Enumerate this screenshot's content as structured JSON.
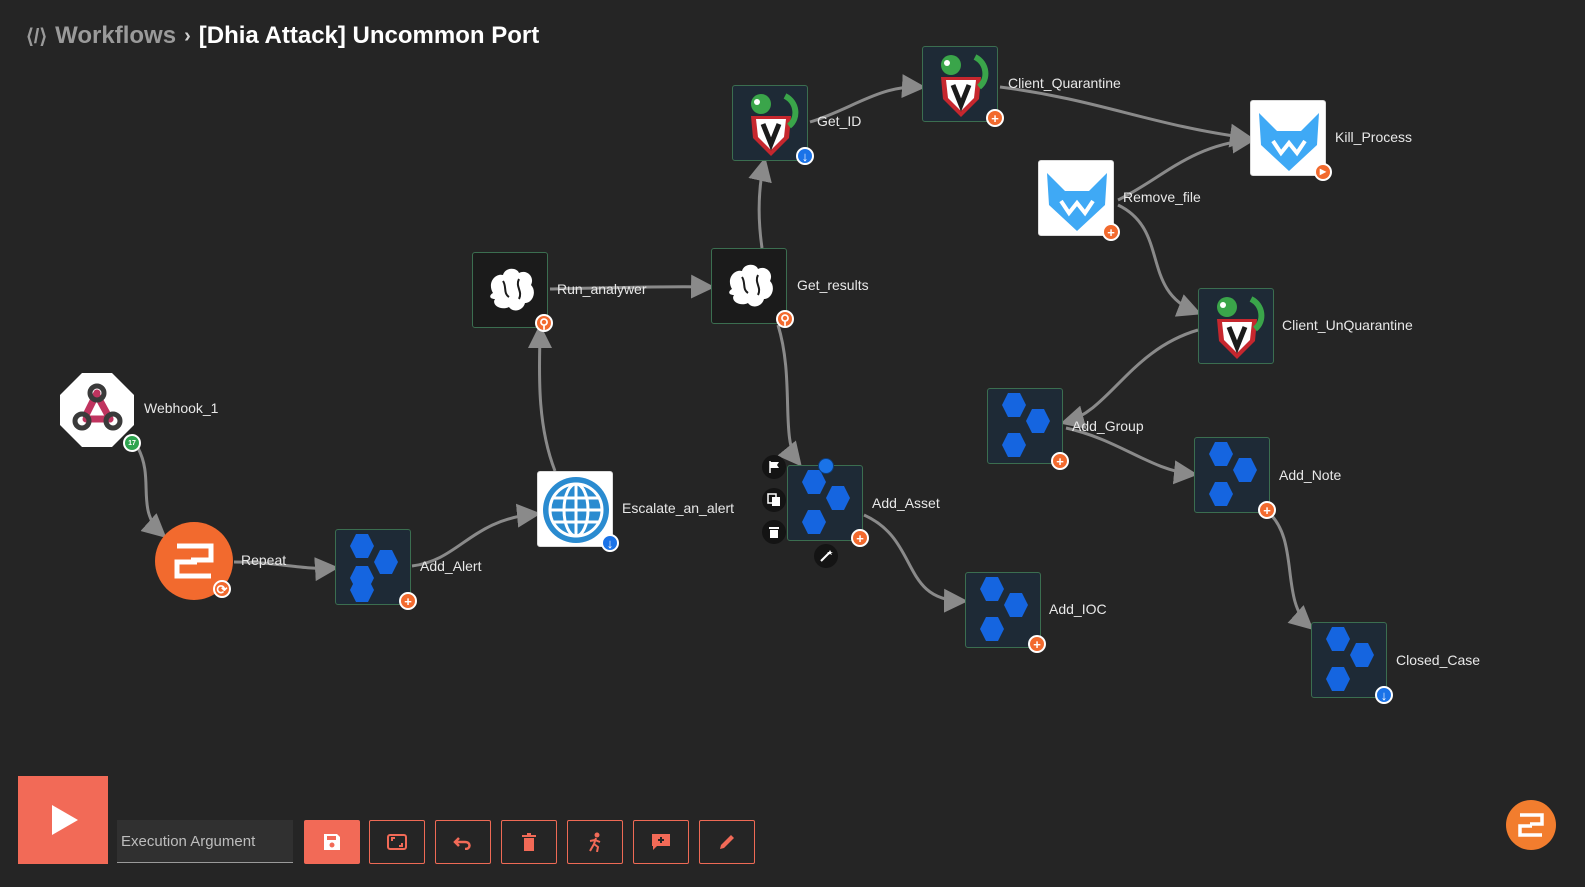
{
  "header": {
    "crumb": "Workflows",
    "separator": "›",
    "title": "[Dhia Attack] Uncommon Port"
  },
  "nodes": {
    "webhook": {
      "label": "Webhook_1",
      "badge": "17"
    },
    "repeat": {
      "label": "Repeat"
    },
    "add_alert": {
      "label": "Add_Alert"
    },
    "escalate": {
      "label": "Escalate_an_alert"
    },
    "run_analyzer": {
      "label": "Run_analywer"
    },
    "get_results": {
      "label": "Get_results"
    },
    "get_id": {
      "label": "Get_ID"
    },
    "client_quarantine": {
      "label": "Client_Quarantine"
    },
    "kill_process": {
      "label": "Kill_Process"
    },
    "remove_file": {
      "label": "Remove_file"
    },
    "client_unquarantine": {
      "label": "Client_UnQuarantine"
    },
    "add_group": {
      "label": "Add_Group"
    },
    "add_note": {
      "label": "Add_Note"
    },
    "closed_case": {
      "label": "Closed_Case"
    },
    "add_asset": {
      "label": "Add_Asset"
    },
    "add_ioc": {
      "label": "Add_IOC"
    }
  },
  "badge_glyphs": {
    "plus": "+",
    "download": "↓",
    "search": "⚲",
    "play": "▶",
    "refresh": "⟳"
  },
  "toolbar": {
    "execution_argument_placeholder": "Execution Argument",
    "buttons": [
      "run",
      "save",
      "fit-view",
      "undo",
      "delete",
      "run-test",
      "add-comment",
      "edit"
    ]
  },
  "colors": {
    "background": "#252525",
    "accent": "#f26a57",
    "orange": "#f26a2e",
    "blue": "#1a73e8",
    "hex_blue": "#1565e0",
    "edge": "#8a8a8a"
  }
}
